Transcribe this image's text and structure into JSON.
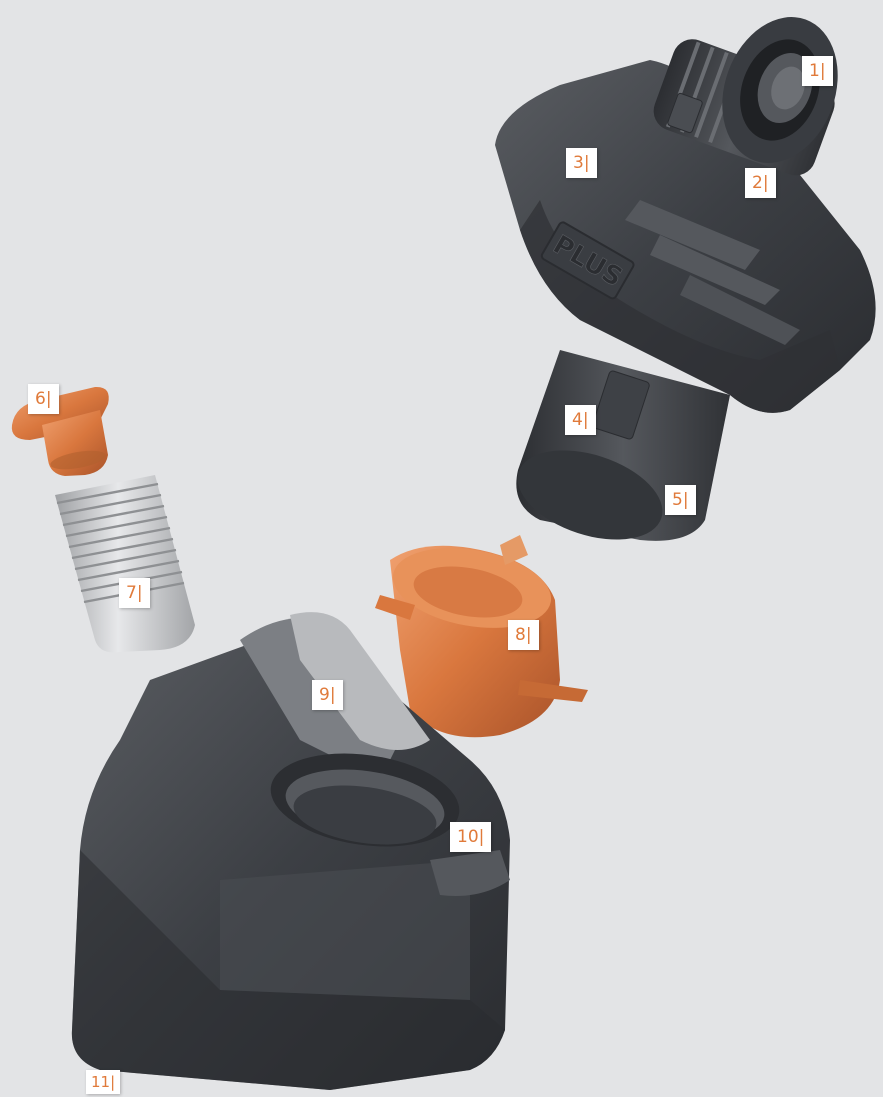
{
  "callouts": {
    "c1": "1|",
    "c2": "2|",
    "c3": "3|",
    "c4": "4|",
    "c5": "5|",
    "c6": "6|",
    "c7": "7|",
    "c8": "8|",
    "c9": "9|",
    "c10": "10|",
    "c11": "11|"
  },
  "embossed_text": "PLUS",
  "colors": {
    "background": "#e3e4e6",
    "housing_dark": "#3b3d41",
    "housing_mid": "#4a4d52",
    "copper": "#d9773e",
    "steel": "#c9cacc",
    "callout_text": "#e07a3a"
  },
  "parts": [
    "top-housing",
    "copper-cap",
    "threaded-insert",
    "copper-ring",
    "lower-body"
  ]
}
